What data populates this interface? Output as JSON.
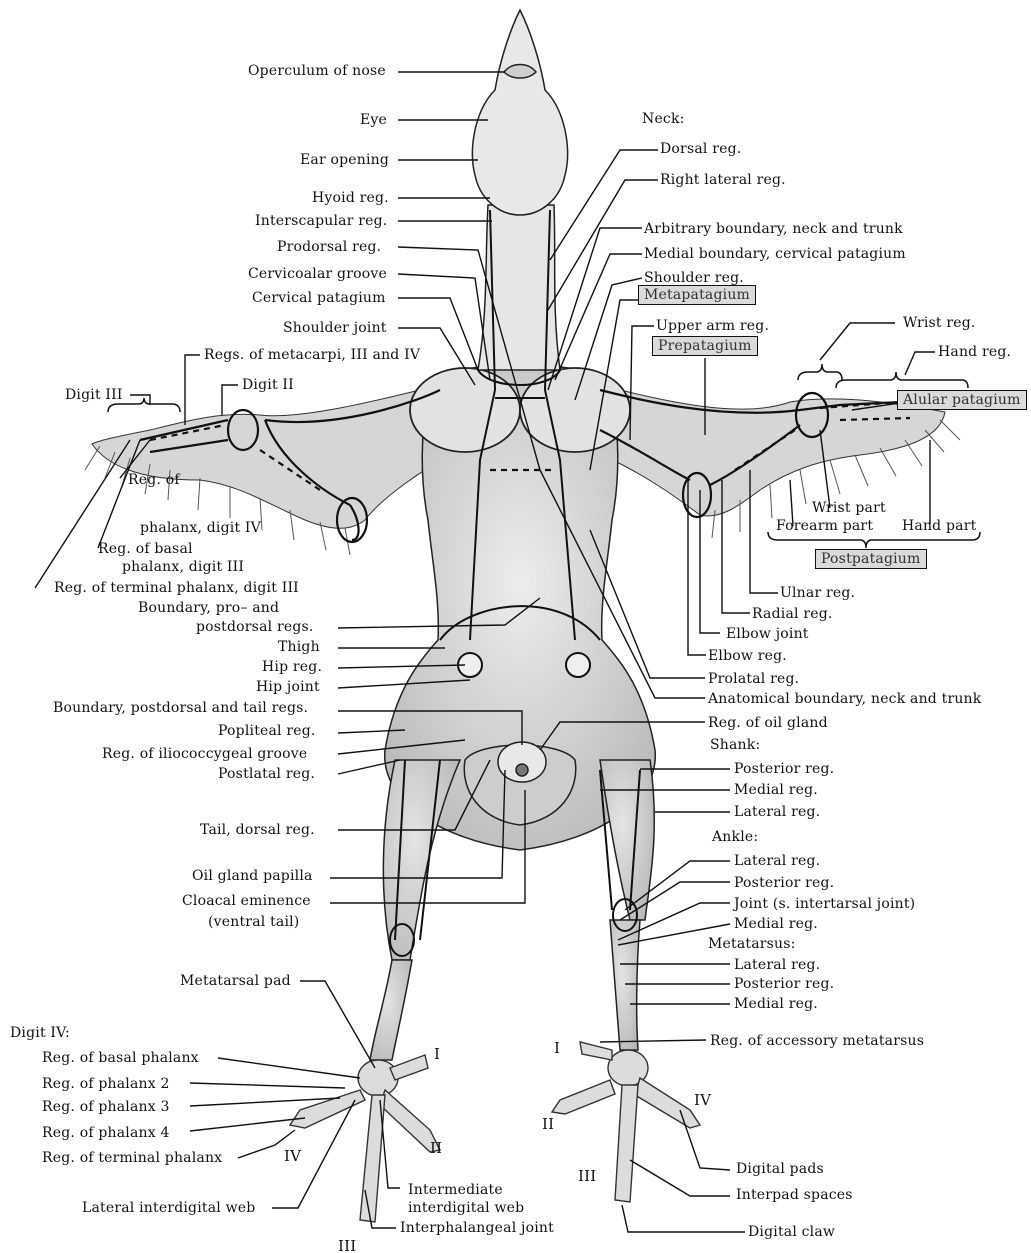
{
  "labels": {
    "operculum_of_nose": "Operculum of nose",
    "eye": "Eye",
    "ear_opening": "Ear opening",
    "hyoid_reg": "Hyoid reg.",
    "interscapular_reg": "Interscapular reg.",
    "prodorsal_reg": "Prodorsal  reg.",
    "cervicoalar_groove": "Cervicoalar groove",
    "cervical_patagium": "Cervical patagium",
    "shoulder_joint": "Shoulder joint",
    "regs_metacarpi": "Regs. of metacarpi, III and IV",
    "digit_ii": "Digit II",
    "digit_iii": "Digit III",
    "reg_phalanx_digit_iv_1": "Reg. of",
    "reg_phalanx_digit_iv_2": "phalanx, digit IV",
    "reg_basal_phalanx_digit_iii_1": "Reg. of basal",
    "reg_basal_phalanx_digit_iii_2": "phalanx, digit III",
    "reg_terminal_phalanx_digit_iii": "Reg. of terminal phalanx, digit III",
    "boundary_pro_postdorsal_1": "Boundary, pro– and",
    "boundary_pro_postdorsal_2": "postdorsal regs.",
    "thigh": "Thigh",
    "hip_reg": "Hip reg.",
    "hip_joint": "Hip joint",
    "boundary_postdorsal_tail": "Boundary, postdorsal and tail regs.",
    "popliteal_reg": "Popliteal reg.",
    "iliococcygeal_groove": "Reg. of iliococcygeal groove",
    "postlatal_reg": "Postlatal reg.",
    "tail_dorsal_reg": "Tail, dorsal reg.",
    "oil_gland_papilla": "Oil gland papilla",
    "cloacal_eminence_1": "Cloacal eminence",
    "cloacal_eminence_2": "(ventral tail)",
    "metatarsal_pad": "Metatarsal pad",
    "digit_iv_header": "Digit IV:",
    "toe_reg_basal_phalanx": "Reg. of basal phalanx",
    "toe_reg_phalanx_2": "Reg. of phalanx 2",
    "toe_reg_phalanx_3": "Reg. of phalanx 3",
    "toe_reg_phalanx_4": "Reg. of phalanx 4",
    "toe_reg_terminal_phalanx": "Reg. of terminal phalanx",
    "lateral_interdigital_web": "Lateral interdigital web",
    "intermediate_web_1": "Intermediate",
    "intermediate_web_2": "interdigital web",
    "interphalangeal_joint": "Interphalangeal joint",
    "neck_header": "Neck:",
    "neck_dorsal_reg": "Dorsal reg.",
    "neck_right_lateral_reg": "Right lateral reg.",
    "arbitrary_boundary": "Arbitrary boundary, neck and trunk",
    "medial_boundary_cervical": "Medial boundary, cervical patagium",
    "shoulder_reg": "Shoulder reg.",
    "metapatagium": "Metapatagium",
    "upper_arm_reg": "Upper arm reg.",
    "prepatagium": "Prepatagium",
    "wrist_reg": "Wrist reg.",
    "hand_reg": "Hand reg.",
    "alular_patagium": "Alular patagium",
    "wrist_part": "Wrist part",
    "forearm_part": "Forearm part",
    "hand_part": "Hand part",
    "postpatagium": "Postpatagium",
    "ulnar_reg": "Ulnar reg.",
    "radial_reg": "Radial reg.",
    "elbow_joint": "Elbow joint",
    "elbow_reg": "Elbow reg.",
    "prolatal_reg": "Prolatal reg.",
    "anatomical_boundary": "Anatomical boundary, neck and trunk",
    "reg_oil_gland": "Reg. of oil gland",
    "shank_header": "Shank:",
    "shank_posterior_reg": "Posterior reg.",
    "shank_medial_reg": "Medial reg.",
    "shank_lateral_reg": "Lateral reg.",
    "ankle_header": "Ankle:",
    "ankle_lateral_reg": "Lateral reg.",
    "ankle_posterior_reg": "Posterior reg.",
    "ankle_joint": "Joint (s. intertarsal joint)",
    "ankle_medial_reg": "Medial reg.",
    "metatarsus_header": "Metatarsus:",
    "metatarsus_lateral_reg": "Lateral reg.",
    "metatarsus_posterior_reg": "Posterior reg.",
    "metatarsus_medial_reg": "Medial reg.",
    "reg_accessory_metatarsus": "Reg. of accessory metatarsus",
    "digital_pads": "Digital pads",
    "interpad_spaces": "Interpad spaces",
    "digital_claw": "Digital claw"
  },
  "toe_numerals": {
    "left_i": "I",
    "left_ii": "II",
    "left_iv": "IV",
    "left_iii": "III",
    "right_i": "I",
    "right_ii": "II",
    "right_iv": "IV",
    "right_iii": "III"
  },
  "colors": {
    "ink": "#111111",
    "body_fill": "#d9d9d9",
    "body_shade": "#bdbdbd",
    "box_fill": "#dadada"
  }
}
